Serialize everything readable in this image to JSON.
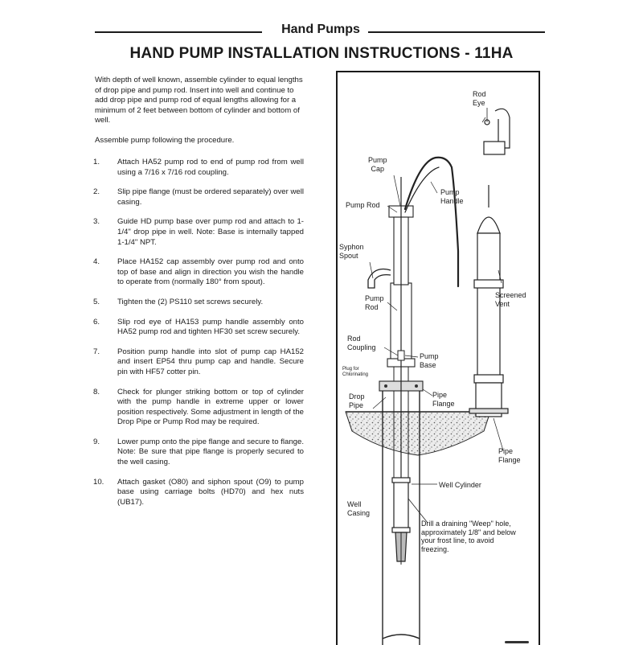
{
  "header": {
    "section_title": "Hand Pumps",
    "main_title": "HAND PUMP INSTALLATION INSTRUCTIONS - 11HA"
  },
  "intro": {
    "paragraph1": "With depth of well known, assemble cylinder to equal lengths of drop pipe and pump rod.  Insert into well and continue to add drop pipe and pump rod of equal lengths allowing for a minimum of 2 feet between bottom of cylinder and bottom of well.",
    "paragraph2": "Assemble pump following the procedure."
  },
  "steps": [
    {
      "num": "1.",
      "text": "Attach HA52 pump rod to end of pump rod from well using a 7/16 x 7/16 rod coupling."
    },
    {
      "num": "2.",
      "text": "Slip pipe flange (must be ordered separately) over well casing."
    },
    {
      "num": "3.",
      "text": "Guide HD pump base over pump rod and attach to 1-1/4\" drop pipe in well.  Note: Base is internally tapped 1-1/4\" NPT."
    },
    {
      "num": "4.",
      "text": "Place HA152 cap assembly over pump rod and onto top of base and align in direction you wish the handle to operate from (normally 180° from spout)."
    },
    {
      "num": "5.",
      "text": "Tighten the (2) PS110 set screws securely."
    },
    {
      "num": "6.",
      "text": "Slip rod eye of HA153 pump handle assembly onto HA52 pump rod and tighten HF30 set screw securely."
    },
    {
      "num": "7.",
      "text": "Position pump handle into slot of pump cap HA152 and insert EP54 thru pump cap and handle. Secure pin with HF57 cotter pin."
    },
    {
      "num": "8.",
      "text": "Check for plunger striking bottom or top of cylinder with the pump handle in extreme upper or lower position respectively. Some adjustment in length of the Drop Pipe or Pump Rod may be required."
    },
    {
      "num": "9.",
      "text": "Lower pump onto the pipe flange and secure to flange. Note: Be sure that pipe flange is properly secured to the well casing."
    },
    {
      "num": "10.",
      "text": "Attach gasket (O80) and siphon spout (O9) to pump base using carriage bolts (HD70) and hex nuts (UB17)."
    }
  ],
  "diagram": {
    "labels": {
      "rod_eye_1": "Rod",
      "rod_eye_2": "Eye",
      "pump_cap_1": "Pump",
      "pump_cap_2": "Cap",
      "pump_handle_1": "Pump",
      "pump_handle_2": "Handle",
      "pump_rod_top": "Pump Rod",
      "syphon_spout_1": "Syphon",
      "syphon_spout_2": "Spout",
      "pump_rod_mid_1": "Pump",
      "pump_rod_mid_2": "Rod",
      "screened_vent_1": "Screened",
      "screened_vent_2": "Vent",
      "rod_coupling_1": "Rod",
      "rod_coupling_2": "Coupling",
      "pump_base_1": "Pump",
      "pump_base_2": "Base",
      "plug_1": "Plug for",
      "plug_2": "Chlorinating",
      "drop_pipe_1": "Drop",
      "drop_pipe_2": "Pipe",
      "pipe_flange_a_1": "Pipe",
      "pipe_flange_a_2": "Flange",
      "pipe_flange_b_1": "Pipe",
      "pipe_flange_b_2": "Flange",
      "well_cylinder": "Well Cylinder",
      "well_casing_1": "Well",
      "well_casing_2": "Casing",
      "weep_1": "Drill a draining \"Weep\" hole,",
      "weep_2": "approximately 1/8\" and below",
      "weep_3": "your frost line, to avoid",
      "weep_4": "freezing."
    }
  }
}
